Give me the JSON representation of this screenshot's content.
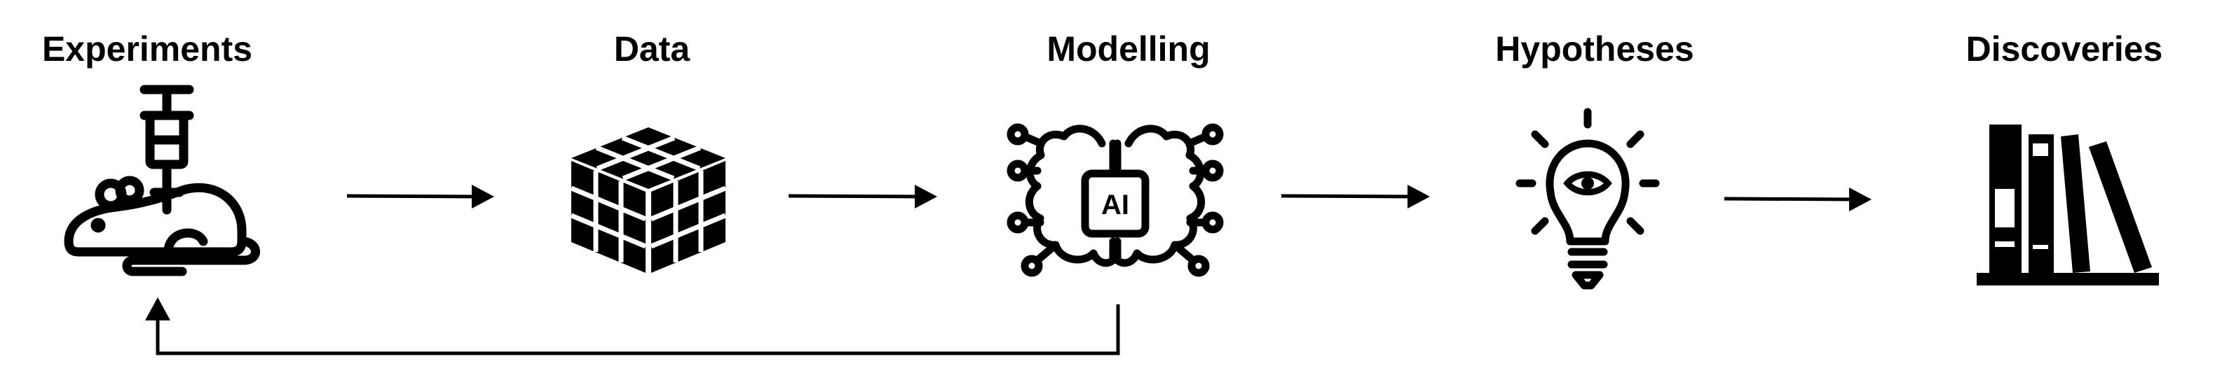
{
  "stages": [
    {
      "label": "Experiments",
      "icon": "mouse-syringe-icon"
    },
    {
      "label": "Data",
      "icon": "cube-icon"
    },
    {
      "label": "Modelling",
      "icon": "ai-brain-icon"
    },
    {
      "label": "Hypotheses",
      "icon": "lightbulb-icon"
    },
    {
      "label": "Discoveries",
      "icon": "books-icon"
    }
  ],
  "icon_text": {
    "ai_chip": "AI"
  },
  "colors": {
    "ink": "#000000",
    "background": "#ffffff"
  }
}
